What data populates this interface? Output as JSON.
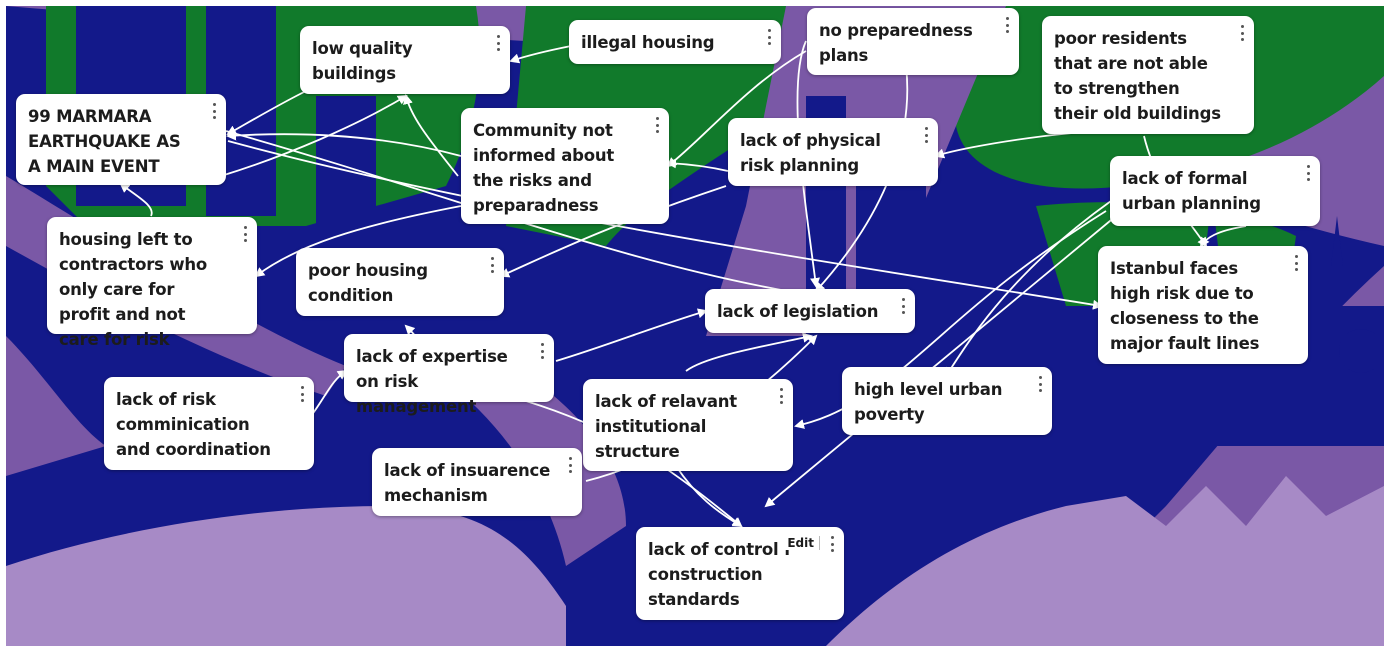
{
  "cards": [
    {
      "text": "99 MARMARA EARTHQUAKE AS A MAIN EVENT"
    },
    {
      "text": "low quality buildings"
    },
    {
      "text": "illegal housing"
    },
    {
      "text": "no preparedness plans"
    },
    {
      "text": "poor residents that are not able to strengthen their old buildings"
    },
    {
      "text": "Community not informed about the risks and preparadness"
    },
    {
      "text": "lack of physical risk planning"
    },
    {
      "text": "lack of formal urban planning"
    },
    {
      "text": "housing left to contractors who only care for profit and not care for risk"
    },
    {
      "text": "poor housing condition"
    },
    {
      "text": "lack of legislation"
    },
    {
      "text": "Istanbul faces high risk due to closeness to the major fault lines"
    },
    {
      "text": "lack of expertise on risk management"
    },
    {
      "text": "lack of risk comminication and coordination"
    },
    {
      "text": "lack of relavant institutional structure"
    },
    {
      "text": "high level urban poverty"
    },
    {
      "text": "lack of insuarence mechanism"
    },
    {
      "text": "lack of control f construction standards",
      "edit_label": "Edit"
    }
  ],
  "theme": {
    "board_blue": "#13198a",
    "board_purple": "#7a58a6",
    "board_lavender": "#a78ac6",
    "board_green": "#117a2b",
    "card_bg": "#ffffff",
    "arrow_color": "#ffffff"
  }
}
